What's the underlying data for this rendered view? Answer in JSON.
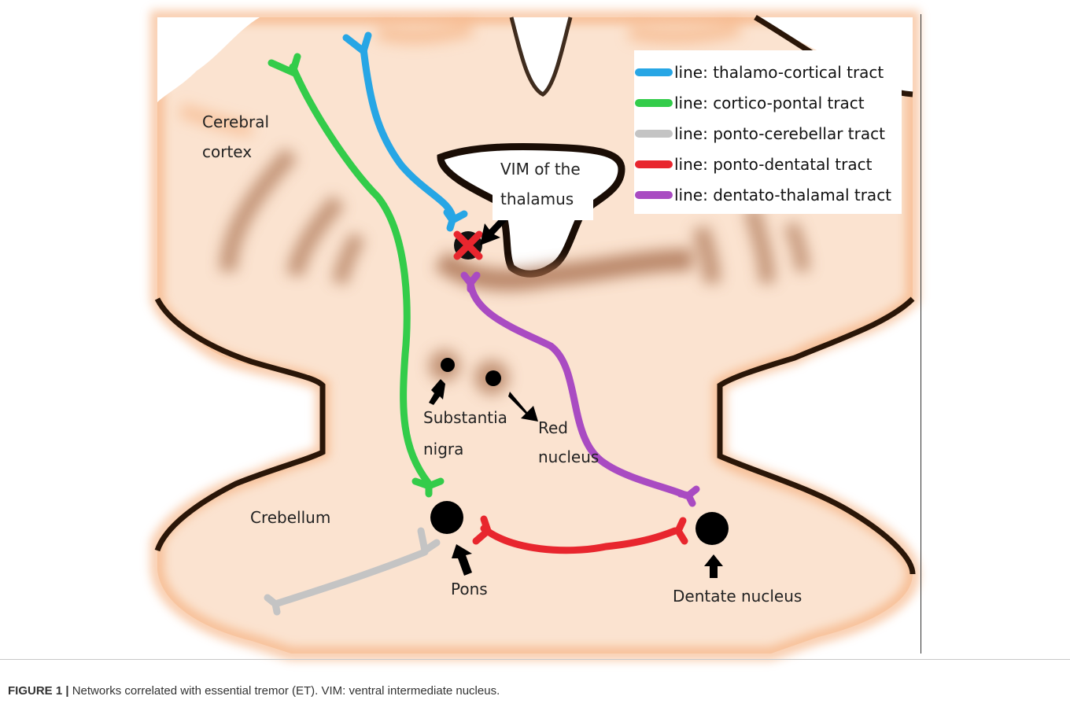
{
  "labels": {
    "cerebral_cortex": [
      "Cerebral",
      "cortex"
    ],
    "vim": [
      "VIM of the",
      "thalamus"
    ],
    "substantia_nigra": [
      "Substantia",
      "nigra"
    ],
    "red_nucleus": [
      "Red",
      "nucleus"
    ],
    "cerebellum": "Crebellum",
    "pons": "Pons",
    "dentate_nucleus": "Dentate nucleus"
  },
  "legend": {
    "items": [
      {
        "label": "line: thalamo-cortical tract",
        "color": "#27a6e5"
      },
      {
        "label": "line: cortico-pontal tract",
        "color": "#33cc4a"
      },
      {
        "label": "line: ponto-cerebellar tract",
        "color": "#c4c4c4"
      },
      {
        "label": "line: ponto-dentatal tract",
        "color": "#e8262e"
      },
      {
        "label": "line: dentato-thalamal  tract",
        "color": "#a94bc2"
      }
    ]
  },
  "caption": {
    "label": "FIGURE 1 |",
    "text": " Networks correlated with essential tremor (ET). VIM: ventral intermediate nucleus."
  }
}
